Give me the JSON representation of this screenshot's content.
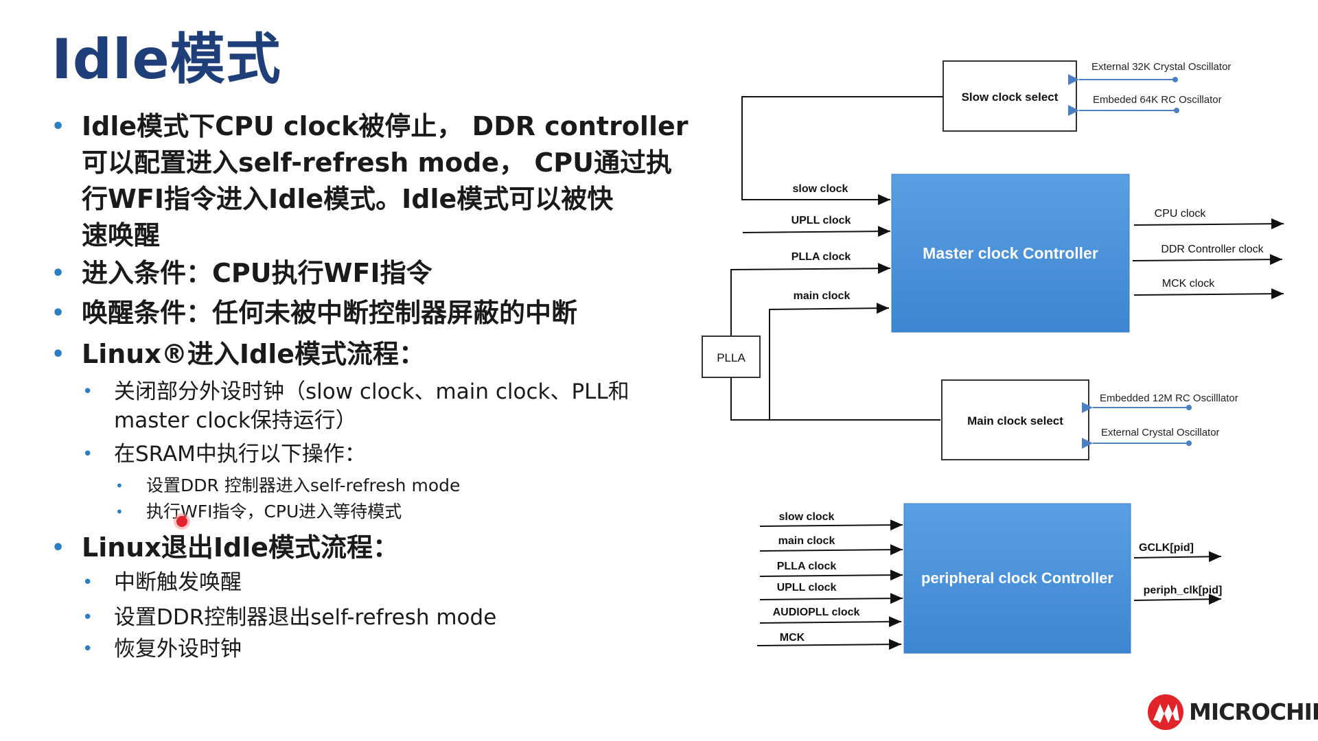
{
  "slide": {
    "title": "Idle模式",
    "bullets": [
      {
        "text_lines": [
          "Idle模式下CPU clock被停止， DDR controller",
          "可以配置进入self-refresh mode， CPU通过执",
          "行WFI指令进入Idle模式。Idle模式可以被快",
          "速唤醒"
        ]
      },
      {
        "text": "进入条件：CPU执行WFI指令"
      },
      {
        "text": "唤醒条件：任何未被中断控制器屏蔽的中断"
      },
      {
        "text": "Linux®进入Idle模式流程："
      },
      {
        "sub_lines": [
          "关闭部分外设时钟（slow clock、main clock、PLL和",
          "master clock保持运行）"
        ]
      },
      {
        "sub": "在SRAM中执行以下操作："
      },
      {
        "subsub": "设置DDR 控制器进入self-refresh mode"
      },
      {
        "subsub": "执行WFI指令，CPU进入等待模式"
      },
      {
        "text": "Linux退出Idle模式流程："
      },
      {
        "sub": "中断触发唤醒"
      },
      {
        "sub": "设置DDR控制器退出self-refresh mode"
      },
      {
        "sub": "恢复外设时钟"
      }
    ]
  },
  "diagram": {
    "slow_clock_select": "Slow clock select",
    "ext_32k": "External 32K Crystal Oscillator",
    "emb_64k": "Embeded 64K RC Oscillator",
    "master_controller": "Master clock Controller",
    "master_inputs": [
      "slow clock",
      "UPLL clock",
      "PLLA clock",
      "main clock"
    ],
    "master_outputs": [
      "CPU clock",
      "DDR Controller clock",
      "MCK clock"
    ],
    "plla": "PLLA",
    "main_clock_select": "Main clock select",
    "emb_12m": "Embedded 12M RC Oscilllator",
    "ext_crystal": "External Crystal Oscillator",
    "periph_controller": "peripheral clock Controller",
    "periph_inputs": [
      "slow clock",
      "main clock",
      "PLLA clock",
      "UPLL clock",
      "AUDIOPLL clock",
      "MCK"
    ],
    "periph_outputs": [
      "GCLK[pid]",
      "periph_clk[pid]"
    ]
  },
  "brand": {
    "logo_text": "MICROCHIP",
    "colors": {
      "title": "#1f3f7a",
      "bullet": "#2a7fc4",
      "box_blue": "#4a90d9",
      "logo_red": "#e0242a"
    }
  }
}
